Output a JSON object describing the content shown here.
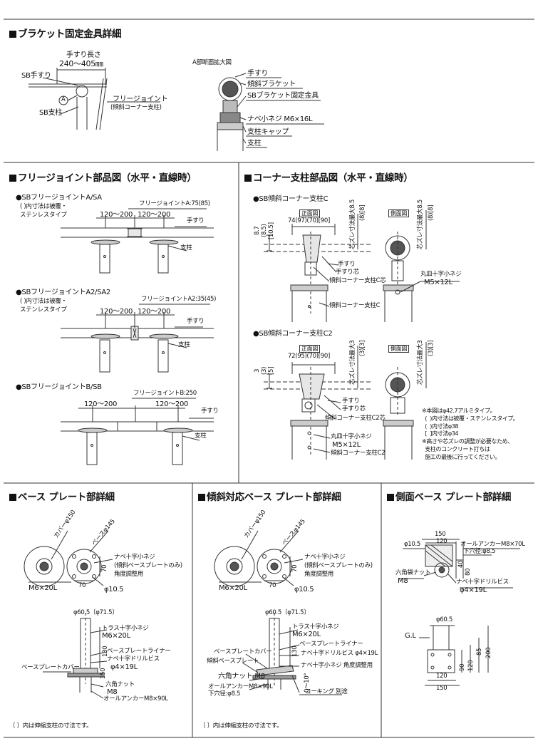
{
  "colors": {
    "line": "#333333",
    "fill": "#d8d8d8",
    "dark": "#111111"
  },
  "s1": {
    "title": "ブラケット固定金具詳細",
    "hand_len_label": "手すり長さ",
    "hand_len_val": "240～405㎜",
    "sb_handrail": "SB手すり",
    "marker_a": "A",
    "sb_post": "SB支柱",
    "free_joint": "フリージョイント",
    "free_joint_sub": "(傾斜コーナー支柱)",
    "detail_title": "A部断面拡大図",
    "d_handrail": "手すり",
    "d_bracket": "傾斜ブラケット",
    "d_fixture": "SBブラケット固定金具",
    "d_screw": "ナベ小ネジ M6×16L",
    "d_cap": "支柱キャップ",
    "d_post": "支柱"
  },
  "s2": {
    "title": "フリージョイント部品図（水平・直線時）",
    "a_title": "●SBフリージョイントA/SA",
    "a_note1": "(  )内寸法は被覆・",
    "a_note2": "ステンレスタイプ",
    "a_dim": "フリージョイントA:75(85)",
    "a_span1": "120～200",
    "a_span2": "120～200",
    "a_handrail": "手すり",
    "a_post": "支柱",
    "a2_title": "●SBフリージョイントA2/SA2",
    "a2_note1": "(  )内寸法は被覆・",
    "a2_note2": "ステンレスタイプ",
    "a2_dim": "フリージョイントA2:35(45)",
    "a2_span1": "120～200",
    "a2_span2": "120～200",
    "a2_handrail": "手すり",
    "a2_post": "支柱",
    "b_title": "●SBフリージョイントB/SB",
    "b_dim": "フリージョイントB:250",
    "b_span1": "120～200",
    "b_span2": "120～200",
    "b_handrail": "手すり",
    "b_post": "支柱"
  },
  "s3": {
    "title": "コーナー支柱部品図（水平・直線時）",
    "c_title": "●SB傾斜コーナー支柱C",
    "front": "正面図",
    "side": "側面図",
    "c_dim_top": "74(97)(70)[90]",
    "c_h1": "8.7",
    "c_h2": "(8.5)",
    "c_h3": "[10.5]",
    "c_v1": "芯ズレ寸法最大8.5",
    "c_v2": "(8)[8]",
    "c_handrail": "手すり",
    "c_core": "手すり芯",
    "c_core2": "傾斜コーナー支柱C芯",
    "c_screw": "丸皿十字小ネジ",
    "c_screw2": "M5×12L",
    "c_post": "傾斜コーナー支柱C",
    "c2_title": "●SB傾斜コーナー支柱C2",
    "c2_dim_top": "72(95)(70)[90]",
    "c2_h1": "3",
    "c2_h2": "(3)",
    "c2_h3": "[5]",
    "c2_v1": "芯ズレ寸法最大3",
    "c2_v2": "(3)[3]",
    "c2_handrail": "手すり",
    "c2_core": "手すり芯",
    "c2_core2": "傾斜コーナー支柱C2芯",
    "c2_screw": "丸皿十字小ネジ",
    "c2_screw2": "M5×12L",
    "c2_post": "傾斜コーナー支柱C2",
    "notes": "※本図はφ42.7アルミタイプ。\n  (  )内寸法は被覆・ステンレスタイプ。\n  (  )内寸法φ38\n  [  ]内寸法φ34\n※高さや芯ズレの調整が必要なため、\n  支柱のコンクリート打ちは\n  施工の最後に行ってください。"
  },
  "s4": {
    "title": "ベース プレート部詳細",
    "cover": "カバーφ150",
    "base": "ベースφ145",
    "m6": "M6×20L",
    "d70a": "70",
    "d70b": "70",
    "phi105": "φ10.5",
    "nabe1": "ナベ十字小ネジ",
    "nabe2": "(傾斜ベースプレートのみ)",
    "nabe3": "角度調整用",
    "pipe": "φ60.5〔φ71.5〕",
    "truss": "トラス十字小ネジ",
    "truss2": "M6×20L",
    "liner": "ベースプレートライナー",
    "drill": "ナベ十字ドリルビス",
    "drill2": "φ4×19L",
    "baseCover": "ベースプレートカバー",
    "nut": "六角ナット",
    "nut2": "M8",
    "anchor": "オールアンカーM8×90L",
    "d130": "130",
    "d150": "150",
    "footnote": "〔 〕内は伸縮支柱の寸法です。"
  },
  "s5": {
    "title": "傾斜対応ベース プレート部詳細",
    "cover": "カバーφ150",
    "base": "ベースφ145",
    "m6": "M6×20L",
    "d70a": "70",
    "d70b": "70",
    "phi105": "φ10.5",
    "nabe1": "ナベ十字小ネジ",
    "nabe2": "(傾斜ベースプレートのみ)",
    "nabe3": "角度調整用",
    "pipe": "φ60.5〔φ71.5〕",
    "truss": "トラス十字小ネジ",
    "truss2": "M6×20L",
    "liner": "ベースプレートライナー",
    "drill": "ナベ十字ドリルビス φ4×19L",
    "angle": "ナベ十字小ネジ 角度調整用",
    "baseCover": "ベースプレートカバー",
    "tilted": "傾斜ベースプレート",
    "nut": "六角ナット M8",
    "anchor": "オールアンカーM8×90L",
    "hole": "下穴径:φ8.5",
    "caulk": "コーキング 別途",
    "d130": "130",
    "d010": "0～10°",
    "footnote": "〔 〕内は伸縮支柱の寸法です。"
  },
  "s6": {
    "title": "側面ベース プレート部詳細",
    "d150": "150",
    "d120": "120",
    "phi105": "φ10.5",
    "anchor": "オールアンカーM8×70L",
    "hole": "下穴径:φ8.5",
    "d40": "40",
    "d80": "80",
    "nut": "六角袋ナット",
    "nut2": "M8",
    "drill": "ナベ十字ドリルビス",
    "drill2": "φ4×19L",
    "pipe": "φ60.5",
    "gl": "G.L",
    "d90": "90",
    "d120b": "120",
    "d85": "85",
    "d200": "200",
    "d120c": "120",
    "d150b": "150"
  }
}
